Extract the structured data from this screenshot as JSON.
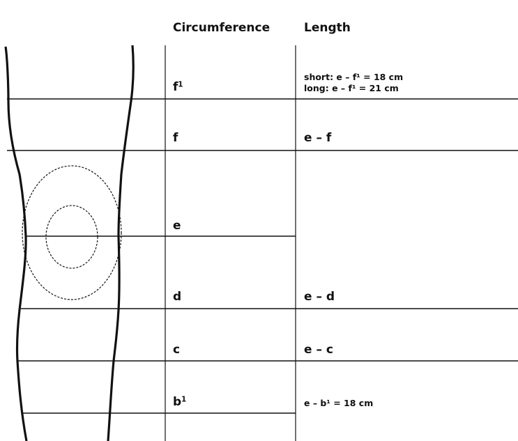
{
  "headers": {
    "circumference": "Circumference",
    "length": "Length"
  },
  "rows": [
    {
      "id": "f1",
      "circ": "f",
      "circ_sup": "1",
      "length_lines": [
        "short: e – f¹ = 18 cm",
        "long: e – f¹ = 21 cm"
      ]
    },
    {
      "id": "f",
      "circ": "f",
      "length": "e – f"
    },
    {
      "id": "e",
      "circ": "e"
    },
    {
      "id": "d",
      "circ": "d",
      "length": "e – d"
    },
    {
      "id": "c",
      "circ": "c",
      "length": "e – c"
    },
    {
      "id": "b1",
      "circ": "b",
      "circ_sup": "1",
      "length": "e – b¹ = 18 cm"
    }
  ]
}
